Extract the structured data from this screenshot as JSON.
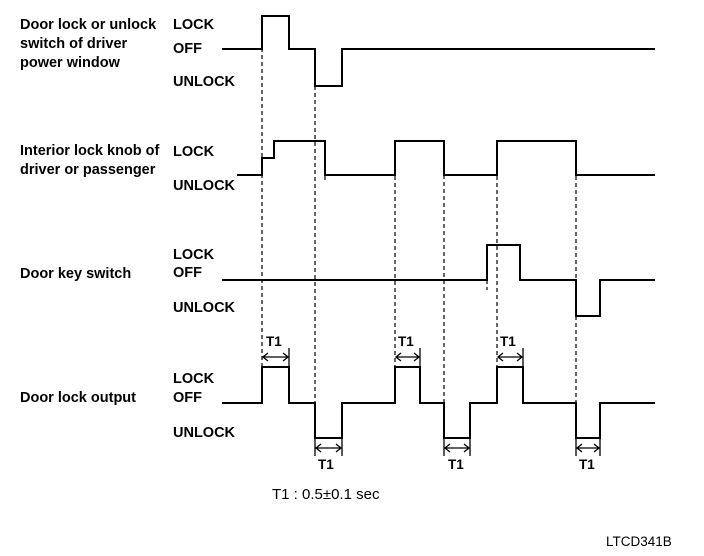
{
  "signals": [
    {
      "name_lines": [
        "Door lock or unlock",
        "switch of driver",
        "power window"
      ],
      "levels": {
        "lock": "LOCK",
        "off": "OFF",
        "unlock": "UNLOCK"
      }
    },
    {
      "name_lines": [
        "Interior lock knob of",
        "driver or passenger"
      ],
      "levels": {
        "lock": "LOCK",
        "unlock": "UNLOCK"
      }
    },
    {
      "name_lines": [
        "Door key switch"
      ],
      "levels": {
        "lock": "LOCK",
        "off": "OFF",
        "unlock": "UNLOCK"
      }
    },
    {
      "name_lines": [
        "Door lock output"
      ],
      "levels": {
        "lock": "LOCK",
        "off": "OFF",
        "unlock": "UNLOCK"
      }
    }
  ],
  "t1_label": "T1",
  "note": "T1 : 0.5±0.1 sec",
  "figure_code": "LTCD341B"
}
